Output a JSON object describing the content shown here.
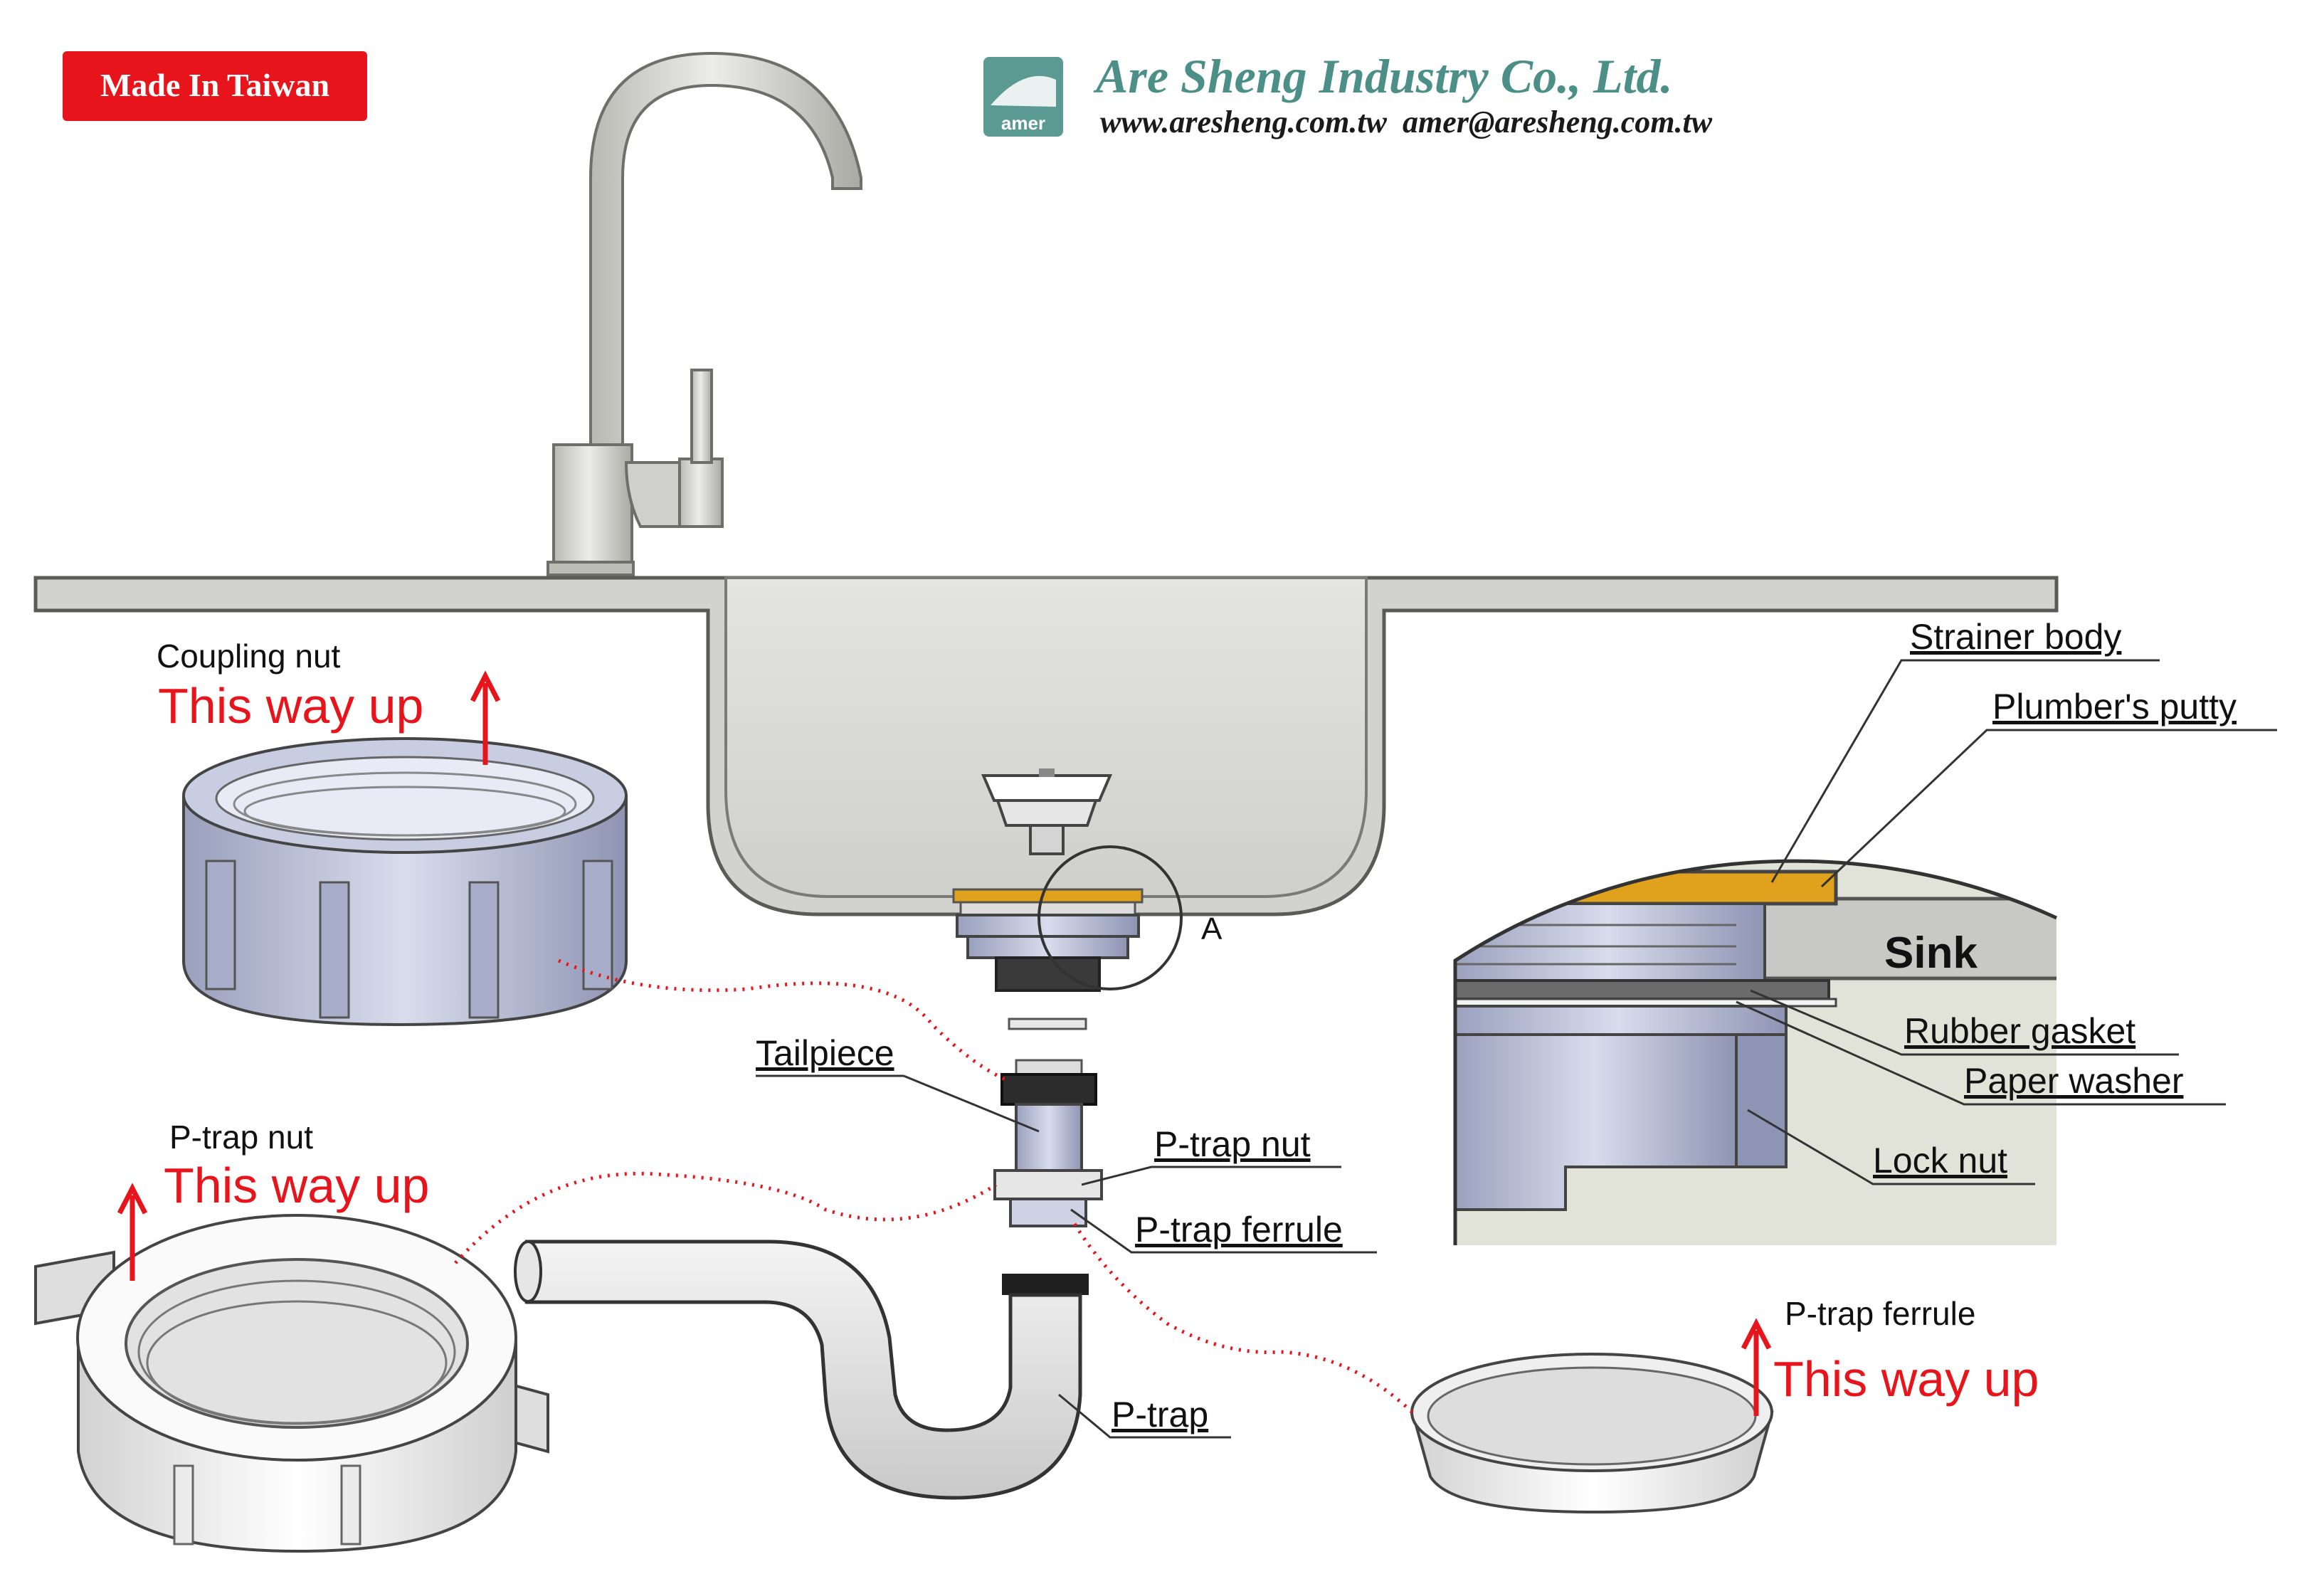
{
  "badge": {
    "text": "Made In Taiwan",
    "bg": "#e8141c"
  },
  "company": {
    "name": "Are Sheng Industry Co., Ltd.",
    "contact": "www.aresheng.com.tw  amer@aresheng.com.tw",
    "logo_text": "amer",
    "brand_color": "#4b8f87"
  },
  "labels": {
    "coupling_nut": "Coupling nut",
    "coupling_up": "This way up",
    "ptrap_nut_title": "P-trap nut",
    "ptrap_nut_up": "This way up",
    "ferrule_title": "P-trap ferrule",
    "ferrule_up": "This way up",
    "tailpiece": "Tailpiece",
    "ptrap_nut": "P-trap nut",
    "ptrap_ferrule": "P-trap ferrule",
    "ptrap": "P-trap",
    "detail_mark": "A",
    "strainer_body": "Strainer body",
    "plumbers_putty": "Plumber's putty",
    "sink": "Sink",
    "rubber_gasket": "Rubber gasket",
    "paper_washer": "Paper washer",
    "lock_nut": "Lock nut"
  },
  "colors": {
    "accent_red": "#e8141c",
    "putty": "#e0a21c",
    "metal": "#c9c9c4",
    "part": "#b9bfd6"
  }
}
